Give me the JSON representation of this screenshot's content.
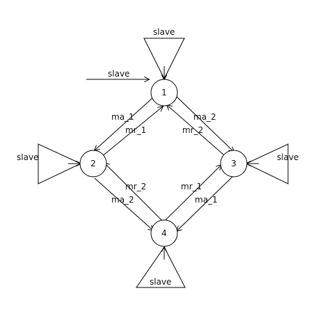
{
  "diagram": {
    "nodes": [
      {
        "id": "1",
        "label": "1"
      },
      {
        "id": "2",
        "label": "2"
      },
      {
        "id": "3",
        "label": "3"
      },
      {
        "id": "4",
        "label": "4"
      }
    ],
    "self_loops": [
      {
        "node": "1",
        "label": "slave"
      },
      {
        "node": "2",
        "label": "slave"
      },
      {
        "node": "3",
        "label": "slave"
      },
      {
        "node": "4",
        "label": "slave"
      }
    ],
    "initial": {
      "node": "1",
      "label": "slave"
    },
    "edges": [
      {
        "from": "1",
        "to": "2",
        "label": "ma_1"
      },
      {
        "from": "2",
        "to": "1",
        "label": "mr_1"
      },
      {
        "from": "1",
        "to": "3",
        "label": "ma_2"
      },
      {
        "from": "3",
        "to": "1",
        "label": "mr_2"
      },
      {
        "from": "2",
        "to": "4",
        "label": "ma_2"
      },
      {
        "from": "4",
        "to": "2",
        "label": "mr_2"
      },
      {
        "from": "3",
        "to": "4",
        "label": "ma_1"
      },
      {
        "from": "4",
        "to": "3",
        "label": "mr_1"
      }
    ],
    "colors": {
      "stroke": "#000000",
      "fill": "#ffffff",
      "text": "#111111"
    }
  }
}
